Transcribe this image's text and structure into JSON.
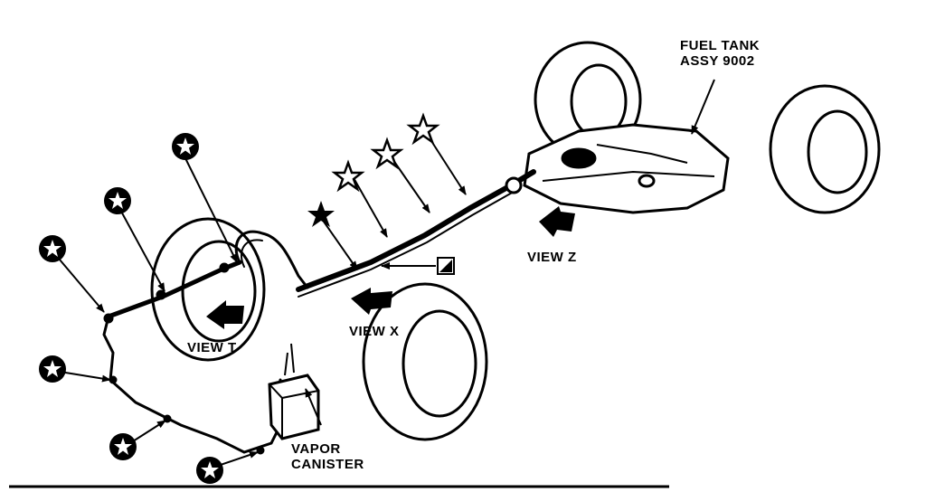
{
  "labels": {
    "fuel_tank": [
      "FUEL TANK",
      "ASSY 9002"
    ],
    "view_t": "VIEW T",
    "view_x": "VIEW X",
    "view_z": "VIEW Z",
    "vapor_canister": [
      "VAPOR",
      "CANISTER"
    ]
  }
}
